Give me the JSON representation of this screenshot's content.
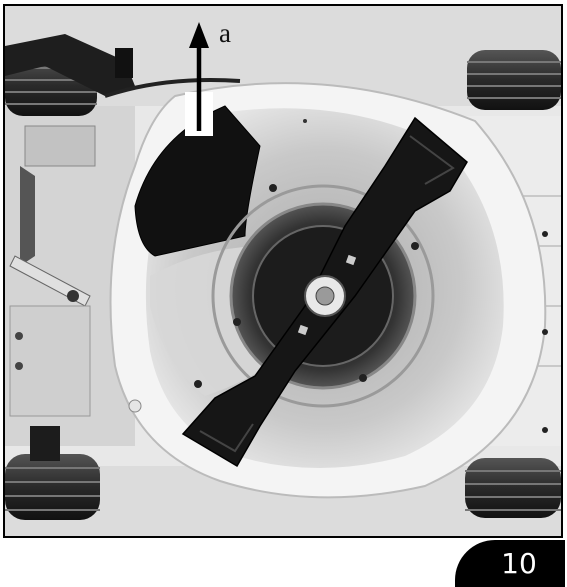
{
  "figure": {
    "arrow_label": "a",
    "description_icon": "lawnmower-blade-underside-photo"
  },
  "page": {
    "number": "10"
  },
  "colors": {
    "frame": "#000000",
    "page_tab": "#000000",
    "page_number": "#ffffff"
  }
}
